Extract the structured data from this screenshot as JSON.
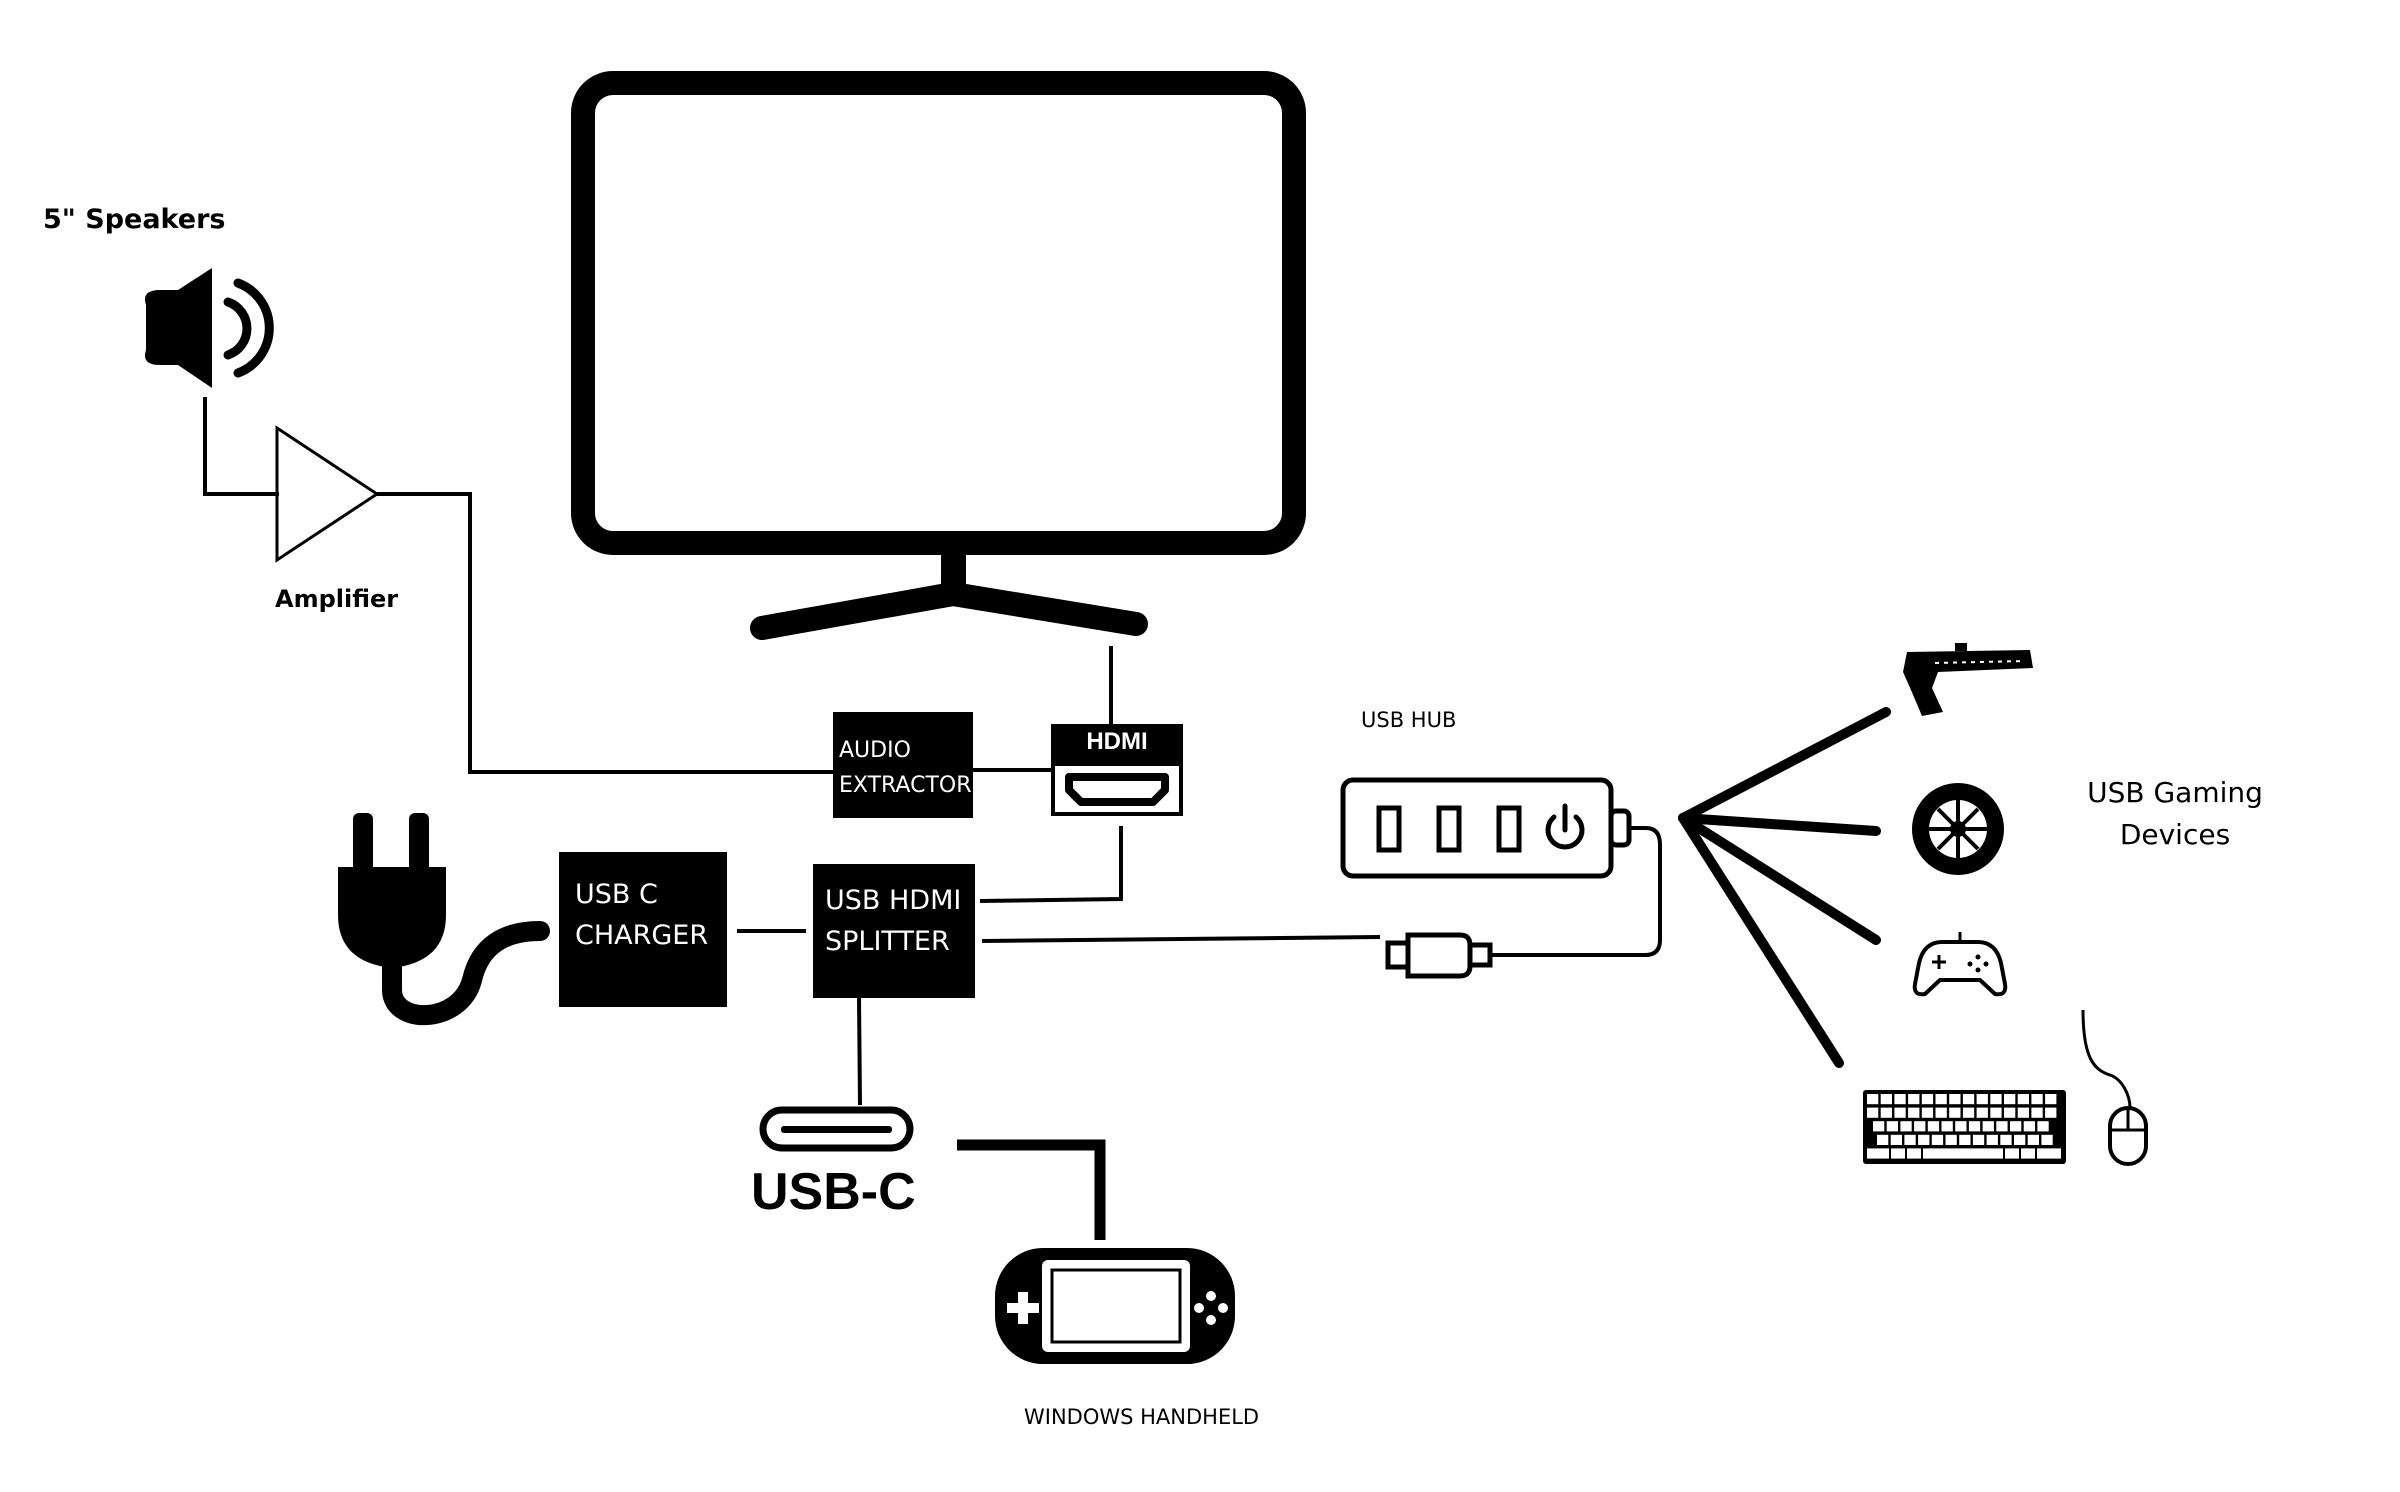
{
  "labels": {
    "speakers": "5\" Speakers",
    "amplifier": "Amplifier",
    "usb_hub": "USB HUB",
    "usb_gaming_line1": "USB Gaming",
    "usb_gaming_line2": "Devices",
    "usb_c": "USB-C",
    "windows_handheld": "WINDOWS HANDHELD",
    "hdmi": "HDMI"
  },
  "boxes": {
    "audio_extractor": [
      "AUDIO",
      "EXTRACTOR"
    ],
    "usb_c_charger": [
      "USB C",
      "CHARGER"
    ],
    "usb_hdmi_splitter": [
      "USB HDMI",
      "SPLITTER"
    ]
  },
  "icons": [
    "tv-monitor-icon",
    "speaker-icon",
    "amplifier-icon",
    "hdmi-port-icon",
    "power-plug-icon",
    "usb-c-port-icon",
    "handheld-console-icon",
    "usb-hub-icon",
    "usb-connector-icon",
    "light-gun-icon",
    "steering-wheel-icon",
    "gamepad-icon",
    "keyboard-icon",
    "mouse-icon"
  ],
  "colors": {
    "ink": "#000000",
    "paper": "#ffffff"
  }
}
